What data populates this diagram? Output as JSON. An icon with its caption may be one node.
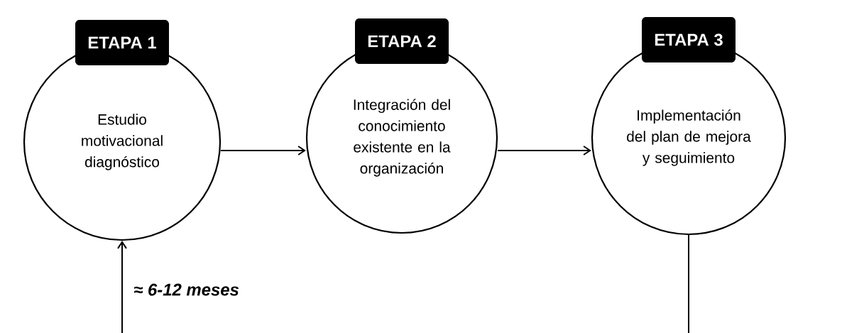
{
  "diagram": {
    "nodes": [
      {
        "text": [
          "ETAPA 1",
          "Estudio motivacional diagnóstico"
        ]
      },
      {
        "text": [
          "ETAPA 2",
          "Integración del conocimiento existente en la organización"
        ]
      },
      {
        "text": [
          "ETAPA 3",
          "Implementación del plan de mejora y seguimiento"
        ]
      }
    ],
    "edges": [
      {
        "from": 0,
        "to": 1,
        "arrow": "to"
      },
      {
        "from": 1,
        "to": 2,
        "arrow": "to"
      },
      {
        "from": null,
        "to": 0,
        "arrow": "to",
        "label": "≈ 6-12 meses"
      },
      {
        "from": 2,
        "to": null,
        "arrow": "none"
      }
    ]
  }
}
